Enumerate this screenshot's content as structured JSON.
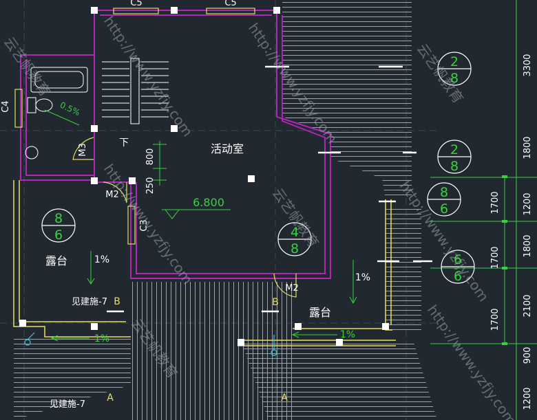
{
  "rooms": {
    "activity_room": "活动室",
    "terrace_left": "露台",
    "terrace_right": "露台",
    "stair_down": "下"
  },
  "window_labels": {
    "c5_left": "C5",
    "c5_right": "C5",
    "c4": "C4",
    "c3": "C3"
  },
  "door_labels": {
    "m3": "M3",
    "m2_left": "M2",
    "m2_right": "M2"
  },
  "elevation": "6.800",
  "slopes": {
    "toilet": "0.5%",
    "terrace_left": "1%",
    "terrace_left_low": "1%",
    "terrace_right": "1%",
    "terrace_right_low": "1%"
  },
  "section_refs": {
    "ref_b_left_text": "见建施-7",
    "ref_b_left_letter": "B",
    "ref_b_right_letter": "B",
    "ref_a_left_text": "见建施-7",
    "ref_a_left_letter": "A",
    "ref_a_right_letter": "A"
  },
  "wall_dims": {
    "d250": "250",
    "d800": "800"
  },
  "detail_callouts": [
    {
      "top": "2",
      "bottom": "8"
    },
    {
      "top": "2",
      "bottom": "8"
    },
    {
      "top": "8",
      "bottom": "6"
    },
    {
      "top": "8",
      "bottom": "6"
    },
    {
      "top": "4",
      "bottom": "8"
    },
    {
      "top": "6",
      "bottom": "6"
    }
  ],
  "right_dims": [
    "3300",
    "1800",
    "1200",
    "1800",
    "2100",
    "900",
    "1200"
  ],
  "right_dims_inner": [
    "1700",
    "1700",
    "1700"
  ],
  "watermark": {
    "url": "http://www.yzfjy.com",
    "brand": "云艺帆教育"
  },
  "colors": {
    "background": "#212830",
    "wall": "#b026b8",
    "hatch": "#c8c8c8",
    "dim": "#35d43a",
    "window": "#e8e05a",
    "text": "#ffffff"
  }
}
